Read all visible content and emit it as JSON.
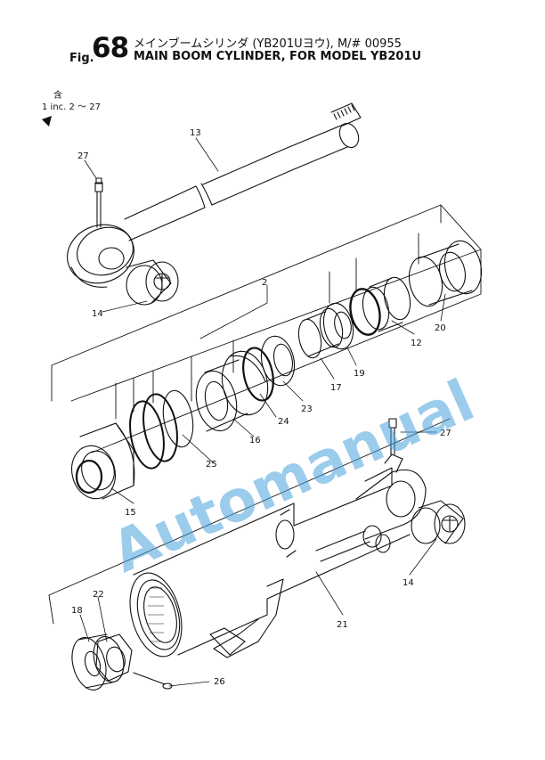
{
  "header": {
    "fig_prefix": "Fig.",
    "fig_number": "68",
    "title_jp": "メインブームシリンダ (YB201Uヨウ), M/# 00955",
    "title_en": "MAIN BOOM CYLINDER, FOR MODEL YB201U"
  },
  "note": {
    "kanji": "含",
    "text": "1 inc. 2 〜 27"
  },
  "labels": {
    "p2": "2",
    "p12": "12",
    "p13": "13",
    "p14a": "14",
    "p14b": "14",
    "p15": "15",
    "p16": "16",
    "p17": "17",
    "p18": "18",
    "p19": "19",
    "p20": "20",
    "p21": "21",
    "p22": "22",
    "p23": "23",
    "p24": "24",
    "p25": "25",
    "p26": "26",
    "p27a": "27",
    "p27b": "27"
  },
  "watermark": "Automanual",
  "colors": {
    "line": "#111111",
    "watermark": "#4aa3dd"
  }
}
